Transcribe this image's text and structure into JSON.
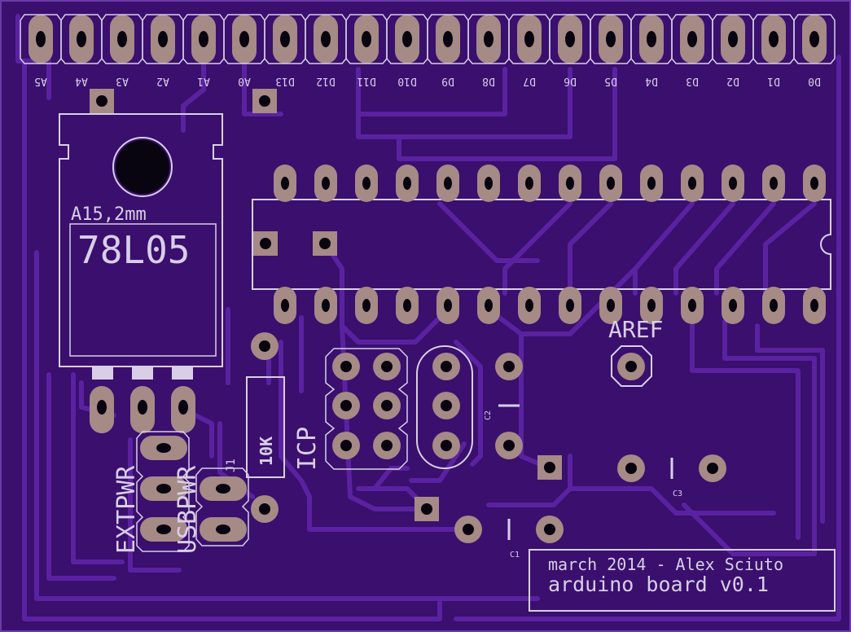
{
  "board": {
    "title_line1": "march 2014 - Alex Sciuto",
    "title_line2": "arduino board v0.1",
    "colors": {
      "board": "#3a0f6e",
      "trace": "#5a22a0",
      "pad": "#a58a86",
      "silkscreen": "#d8cfe6",
      "hole": "#080410"
    }
  },
  "header_pins": [
    "A5",
    "A4",
    "A3",
    "A2",
    "A1",
    "A0",
    "D13",
    "D12",
    "D11",
    "D10",
    "D9",
    "D8",
    "D7",
    "D6",
    "D5",
    "D4",
    "D3",
    "D2",
    "D1",
    "D0"
  ],
  "regulator": {
    "package": "A15,2mm",
    "part": "78L05"
  },
  "labels": {
    "aref": "AREF",
    "icp": "ICP",
    "resistor": "10K",
    "extpwr": "EXTPWR",
    "usbpwr": "USBPWR",
    "j1": "J1",
    "c1": "C1",
    "c2": "C2",
    "c3": "C3"
  }
}
